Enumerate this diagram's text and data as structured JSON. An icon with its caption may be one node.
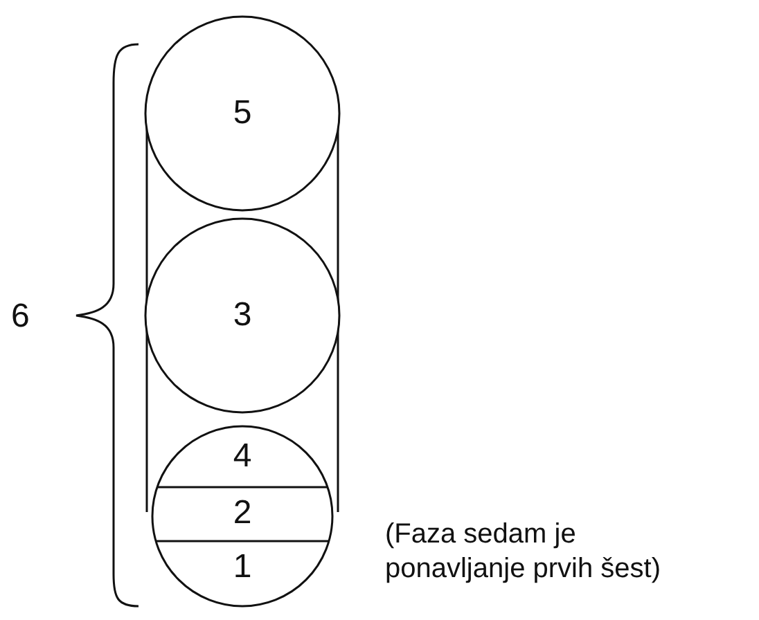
{
  "diagram": {
    "nodes": [
      {
        "text": [
          "5"
        ]
      },
      {
        "text": [
          "3"
        ]
      },
      {
        "text": [
          "4",
          "2",
          "1"
        ]
      }
    ],
    "edges": [
      {
        "from": 0,
        "to": 2,
        "arrow": "none"
      },
      {
        "from": 0,
        "to": 2,
        "arrow": "none"
      }
    ],
    "labels": [
      "6",
      "(Faza sedam je ponavljanje prvih šest)"
    ]
  }
}
